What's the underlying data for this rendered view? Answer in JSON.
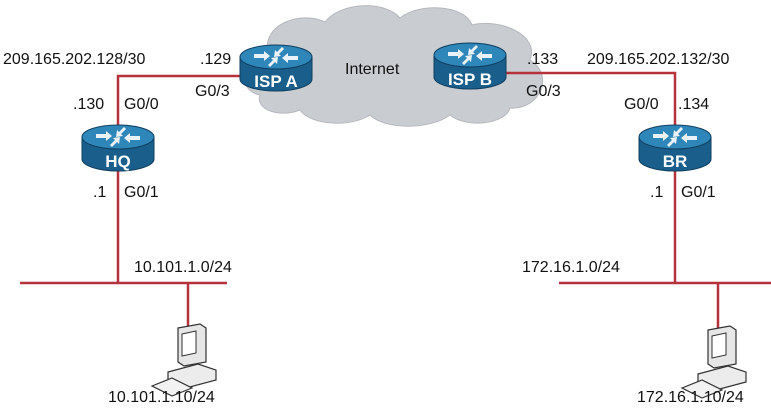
{
  "cloud": {
    "label": "Internet"
  },
  "routers": {
    "isp_a": {
      "name": "ISP A"
    },
    "isp_b": {
      "name": "ISP B"
    },
    "hq": {
      "name": "HQ"
    },
    "br": {
      "name": "BR"
    }
  },
  "links": {
    "hq_isp_a": {
      "network": "209.165.202.128/30",
      "isp_ip": ".129",
      "isp_if": "G0/3",
      "hq_ip": ".130",
      "hq_if": "G0/0"
    },
    "br_isp_b": {
      "network": "209.165.202.132/30",
      "isp_ip": ".133",
      "isp_if": "G0/3",
      "br_ip": ".134",
      "br_if": "G0/0"
    }
  },
  "lans": {
    "hq": {
      "router_ip": ".1",
      "router_if": "G0/1",
      "network": "10.101.1.0/24",
      "host": "10.101.1.10/24"
    },
    "br": {
      "router_ip": ".1",
      "router_if": "G0/1",
      "network": "172.16.1.0/24",
      "host": "172.16.1.10/24"
    }
  },
  "colors": {
    "link": "#b5323c",
    "router": "#1f6b99",
    "router_top": "#2f86b8",
    "cloud": "#c9ccd1"
  }
}
